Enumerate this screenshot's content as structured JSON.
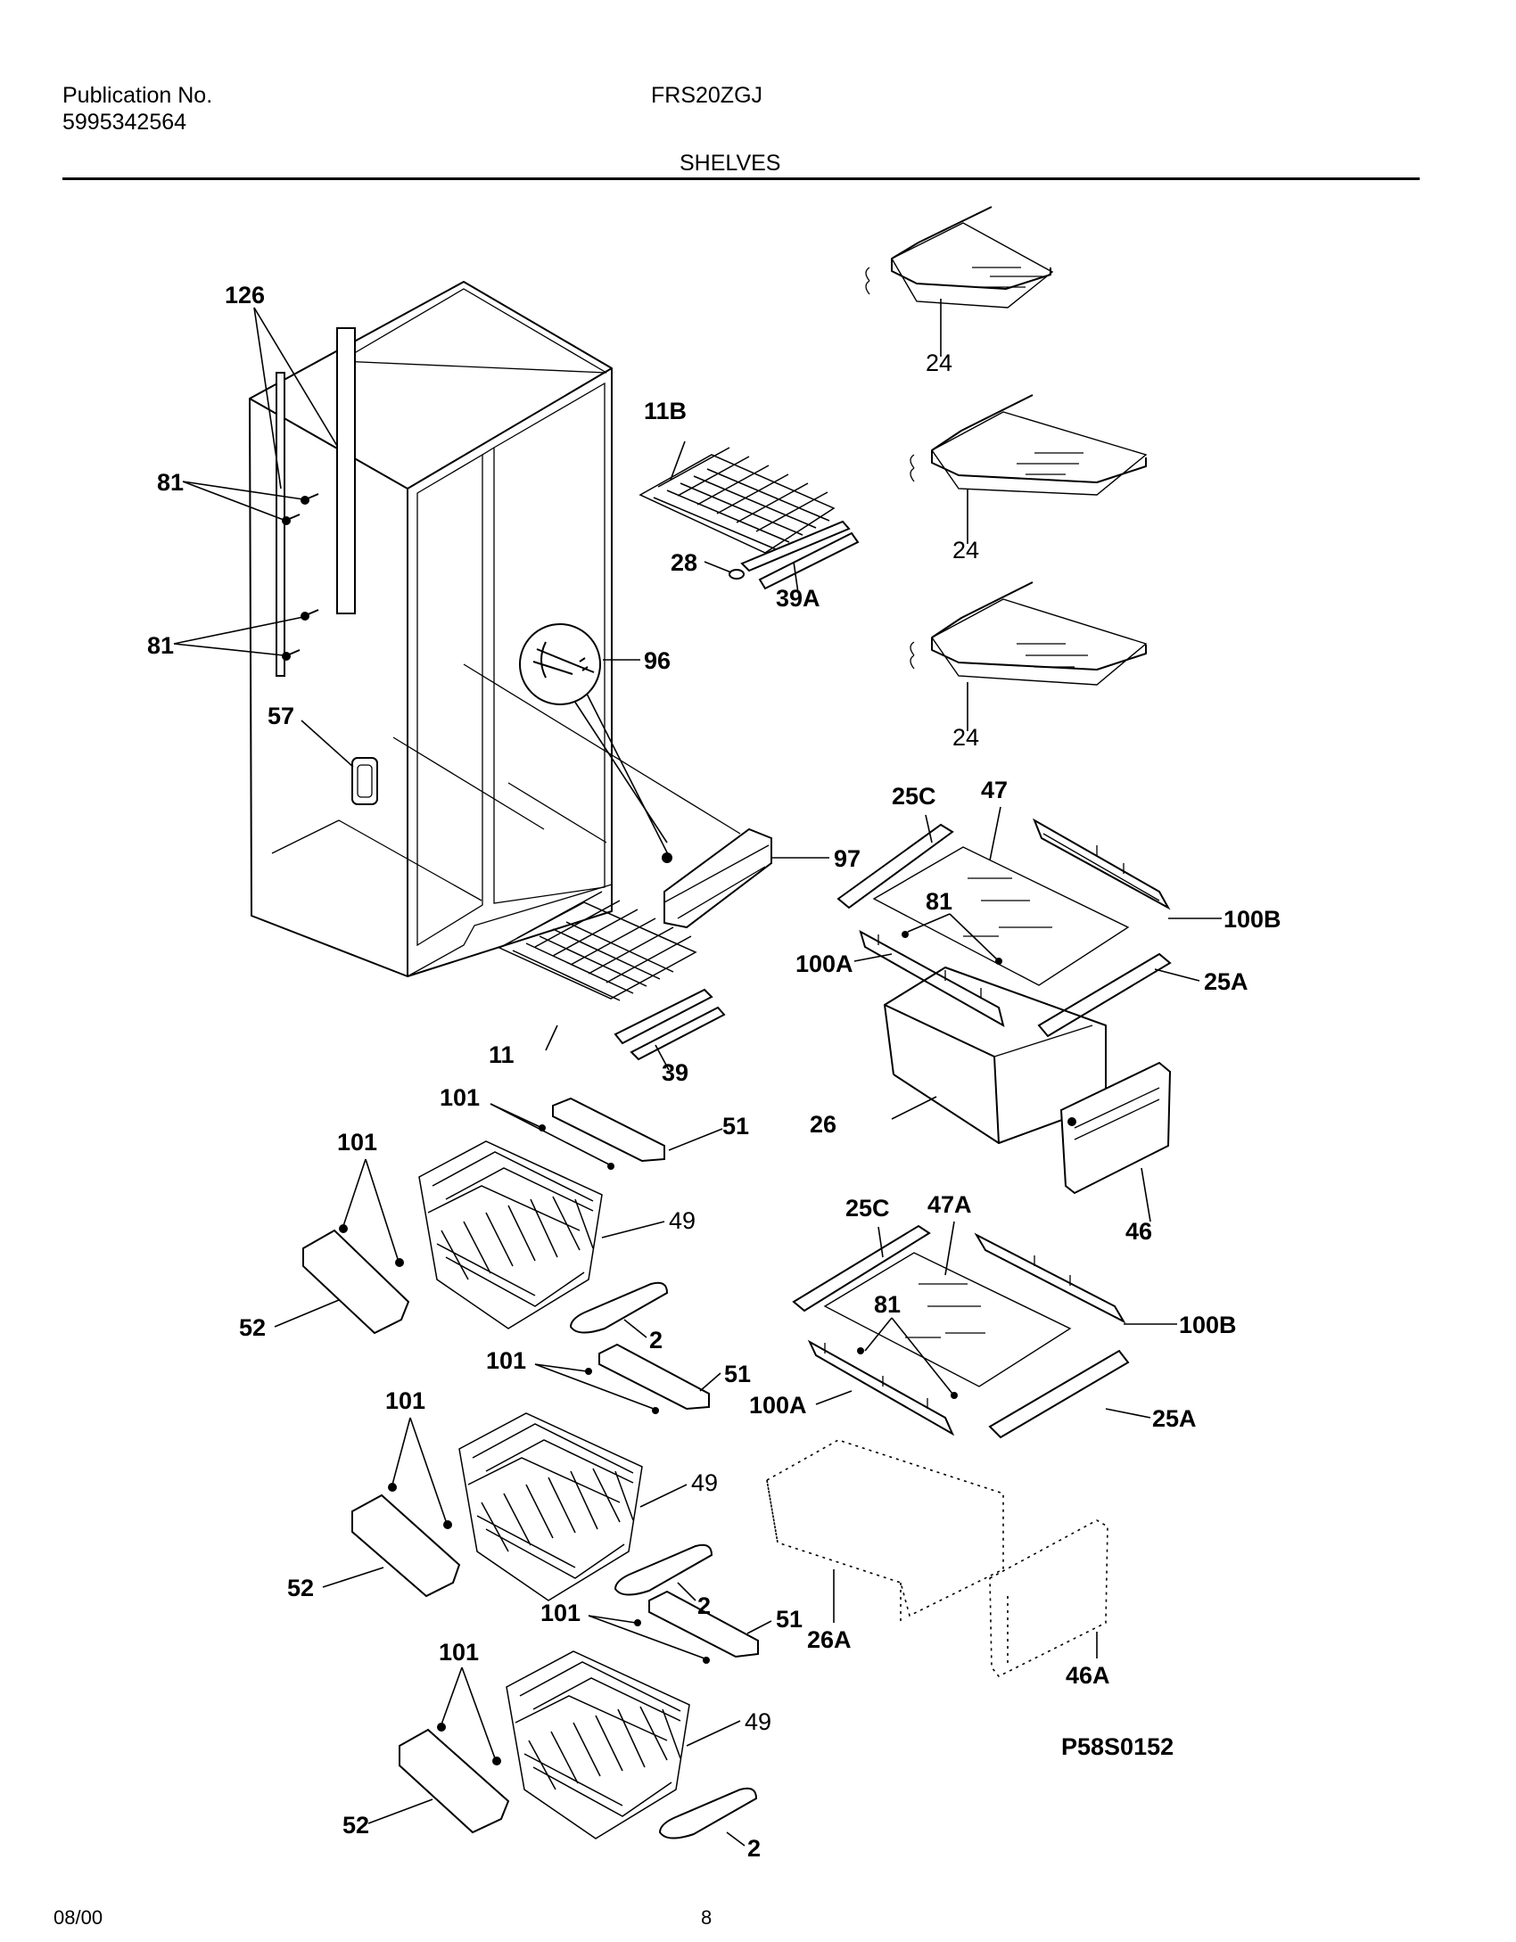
{
  "header": {
    "publication_label": "Publication No.",
    "publication_number": "5995342564",
    "model": "FRS20ZGJ",
    "section": "SHELVES"
  },
  "footer": {
    "date": "08/00",
    "page": "8"
  },
  "diagram_code": "P58S0152",
  "callouts": {
    "c126": "126",
    "c81a": "81",
    "c81b": "81",
    "c57": "57",
    "c96": "96",
    "c97": "97",
    "c11b": "11B",
    "c28": "28",
    "c39a": "39A",
    "c24a": "24",
    "c24b": "24",
    "c24c": "24",
    "c25c_a": "25C",
    "c47": "47",
    "c100b_a": "100B",
    "c81c": "81",
    "c100a_a": "100A",
    "c25a_a": "25A",
    "c11": "11",
    "c39": "39",
    "c26": "26",
    "c46": "46",
    "c101a": "101",
    "c51a": "51",
    "c101b": "101",
    "c49a": "49",
    "c52a": "52",
    "c2a": "2",
    "c25c_b": "25C",
    "c47a": "47A",
    "c100b_b": "100B",
    "c81d": "81",
    "c101c": "101",
    "c51b": "51",
    "c100a_b": "100A",
    "c25a_b": "25A",
    "c101d": "101",
    "c49b": "49",
    "c52b": "52",
    "c2b": "2",
    "c101e": "101",
    "c51c": "51",
    "c26a": "26A",
    "c46a": "46A",
    "c101f": "101",
    "c49c": "49",
    "c52c": "52",
    "c2c": "2"
  }
}
